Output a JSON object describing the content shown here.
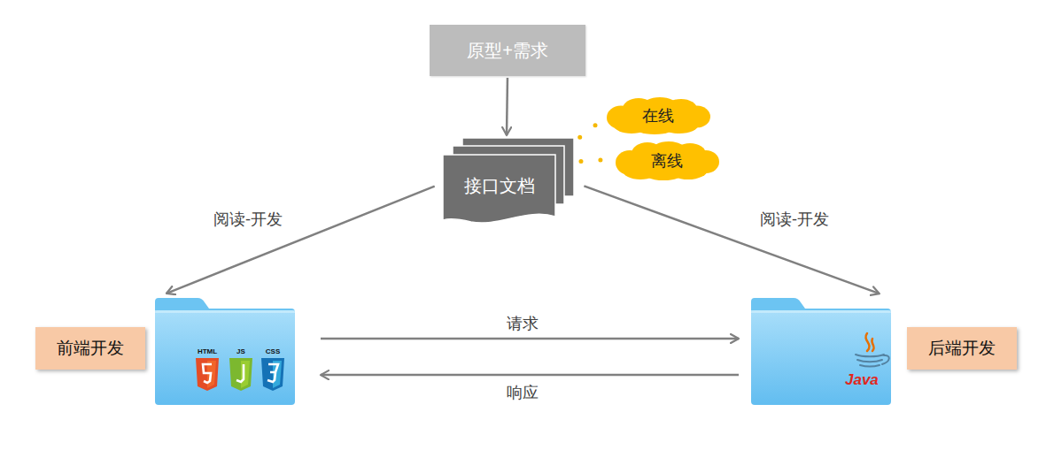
{
  "diagram": {
    "nodes": [
      {
        "text": [
          "原型+需求"
        ]
      },
      {
        "text": [
          "接口文档"
        ]
      },
      {
        "text": [
          "在线"
        ]
      },
      {
        "text": [
          "离线"
        ]
      },
      {
        "text": [
          "前端开发"
        ]
      },
      {
        "text": [
          "HTML",
          "JS",
          "CSS"
        ]
      },
      {
        "text": [
          "Java"
        ]
      },
      {
        "text": [
          "后端开发"
        ]
      }
    ],
    "edges": [
      {
        "from": 0,
        "to": 1,
        "arrow": "to"
      },
      {
        "from": 1,
        "to": 2,
        "arrow": "none"
      },
      {
        "from": 1,
        "to": 3,
        "arrow": "none"
      },
      {
        "from": 1,
        "to": 5,
        "label": "阅读-开发",
        "arrow": "to"
      },
      {
        "from": 1,
        "to": 6,
        "label": "阅读-开发",
        "arrow": "to"
      },
      {
        "from": 5,
        "to": 6,
        "label": "请求",
        "arrow": "to"
      },
      {
        "from": 6,
        "to": 5,
        "label": "响应",
        "arrow": "to"
      }
    ]
  }
}
